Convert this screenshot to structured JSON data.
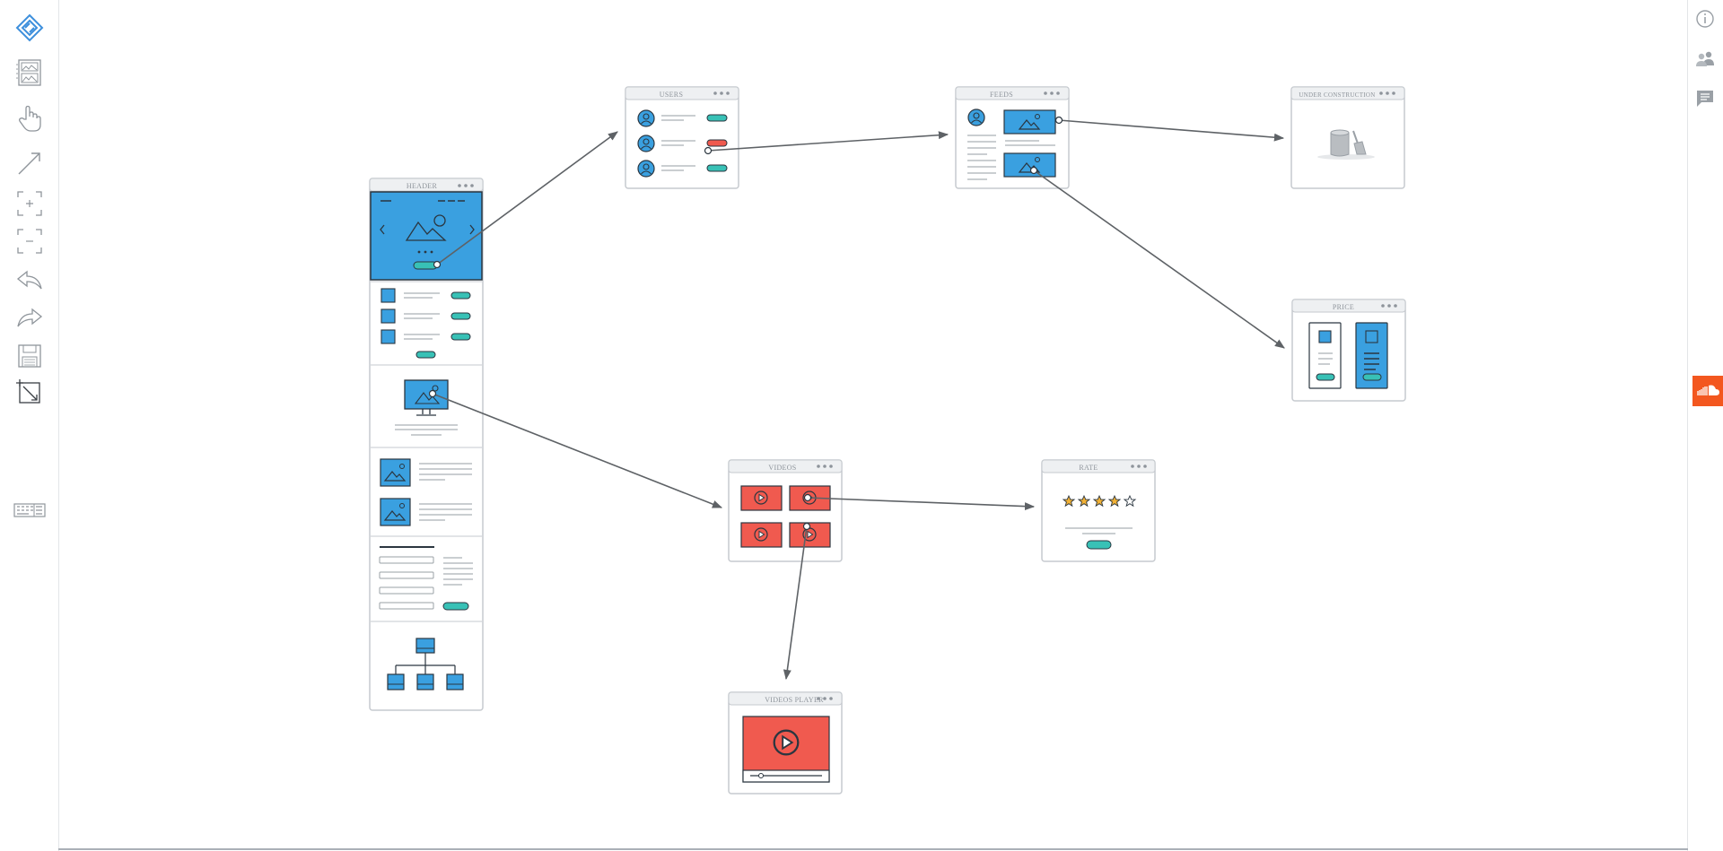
{
  "left_toolbar": {
    "tools": [
      {
        "name": "logo-icon"
      },
      {
        "name": "image-gallery-icon"
      },
      {
        "name": "hand-pointer-icon"
      },
      {
        "name": "arrow-icon"
      },
      {
        "name": "zoom-in-icon"
      },
      {
        "name": "zoom-out-icon"
      },
      {
        "name": "undo-icon"
      },
      {
        "name": "redo-icon"
      },
      {
        "name": "save-icon"
      },
      {
        "name": "resize-icon"
      },
      {
        "name": "keyboard-icon"
      }
    ]
  },
  "right_toolbar": {
    "tools": [
      {
        "name": "info-icon"
      },
      {
        "name": "users-icon"
      },
      {
        "name": "comment-icon"
      },
      {
        "name": "soundcloud-icon"
      }
    ],
    "soundcloud_color": "#f3571f"
  },
  "colors": {
    "accent_blue": "#3aa0e0",
    "teal": "#38c1b6",
    "red": "#f05a4f",
    "gold": "#f2b134",
    "frame_border": "#c6cacf",
    "connector": "#5e6266"
  },
  "screens": {
    "header": {
      "title": "HEADER"
    },
    "users": {
      "title": "USERS"
    },
    "feeds": {
      "title": "FEEDS"
    },
    "under_construction": {
      "title": "UNDER CONSTRUCTION"
    },
    "price": {
      "title": "PRICE"
    },
    "videos": {
      "title": "VIDEOS"
    },
    "rate": {
      "title": "RATE",
      "rating": 4,
      "max_rating": 5
    },
    "videos_player": {
      "title": "VIDEOS PLAYER"
    }
  }
}
